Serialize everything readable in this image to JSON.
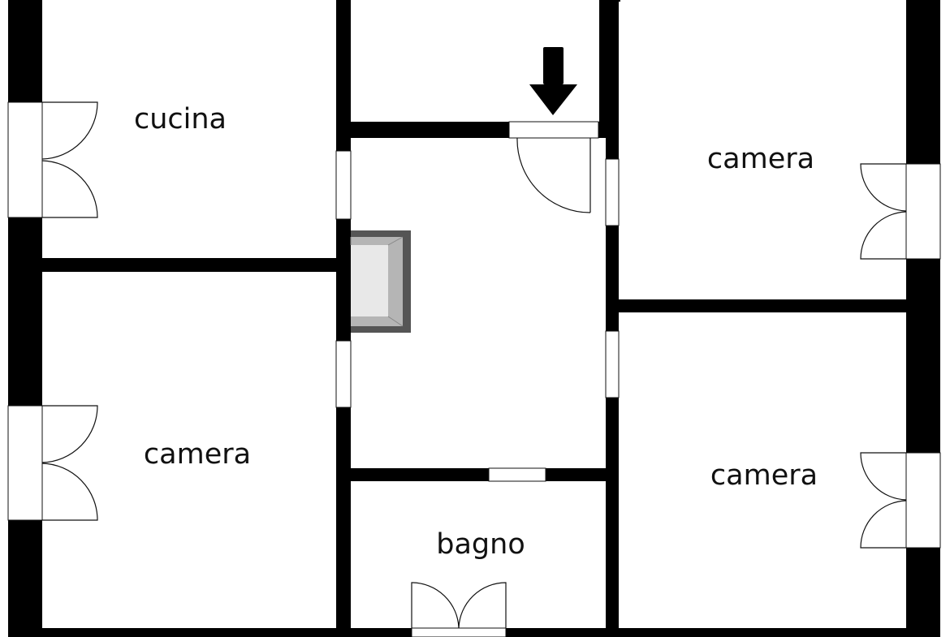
{
  "rooms": {
    "cucina": {
      "label": "cucina"
    },
    "camera_left": {
      "label": "camera"
    },
    "camera_top_right": {
      "label": "camera"
    },
    "camera_bottom_right": {
      "label": "camera"
    },
    "bagno": {
      "label": "bagno"
    }
  },
  "colors": {
    "wall": "#000000",
    "background": "#ffffff",
    "line": "#111111",
    "stair_outer": "#555555",
    "stair_mid": "#b5b5b5",
    "stair_inner": "#e8e8e8"
  },
  "icons": {
    "entrance": "arrow-down-icon",
    "stairwell": "stair-shaft-icon"
  }
}
